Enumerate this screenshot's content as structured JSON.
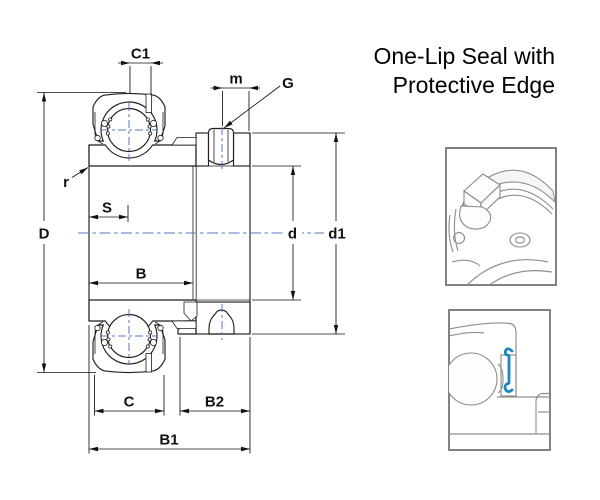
{
  "title": {
    "line1": "One-Lip Seal with",
    "line2": "Protective Edge"
  },
  "dimension_labels": {
    "C1": "C1",
    "m": "m",
    "G": "G",
    "r": "r",
    "S": "S",
    "D": "D",
    "B": "B",
    "d": "d",
    "d1": "d1",
    "C": "C",
    "B2": "B2",
    "B1": "B1"
  },
  "colors": {
    "centerline": "#5577bb",
    "seal_highlight": "#1e86bd",
    "drawing_line": "#1f1f1f",
    "dim_line": "#111111",
    "hatch_line": "#4a4a4a",
    "detail_line": "#8f8f8f",
    "box_border": "#757575"
  }
}
